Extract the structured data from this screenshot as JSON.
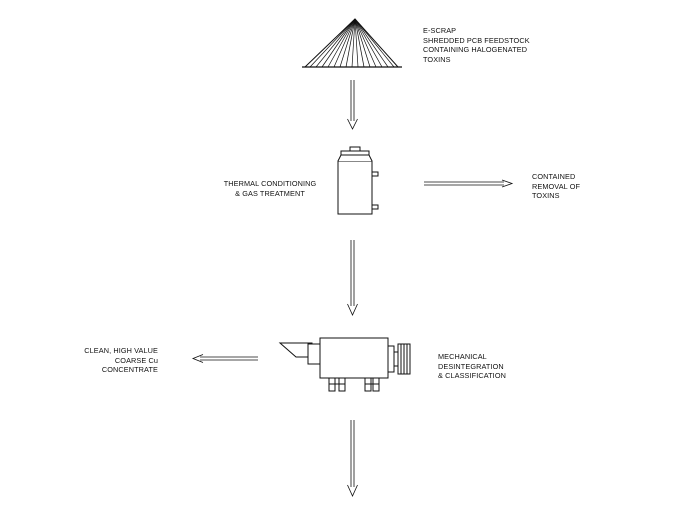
{
  "diagram": {
    "feedstock": {
      "lines": [
        "E-SCRAP",
        "SHREDDED PCB FEEDSTOCK",
        "CONTAINING HALOGENATED",
        "TOXINS"
      ]
    },
    "thermal": {
      "lines": [
        "THERMAL CONDITIONING",
        "& GAS TREATMENT"
      ]
    },
    "toxins": {
      "lines": [
        "CONTAINED",
        "REMOVAL OF",
        "TOXINS"
      ]
    },
    "mechanical": {
      "lines": [
        "MECHANICAL",
        "DESINTEGRATION",
        "& CLASSIFICATION"
      ]
    },
    "concentrate": {
      "lines": [
        "CLEAN, HIGH VALUE",
        "COARSE Cu",
        "CONCENTRATE"
      ]
    }
  }
}
